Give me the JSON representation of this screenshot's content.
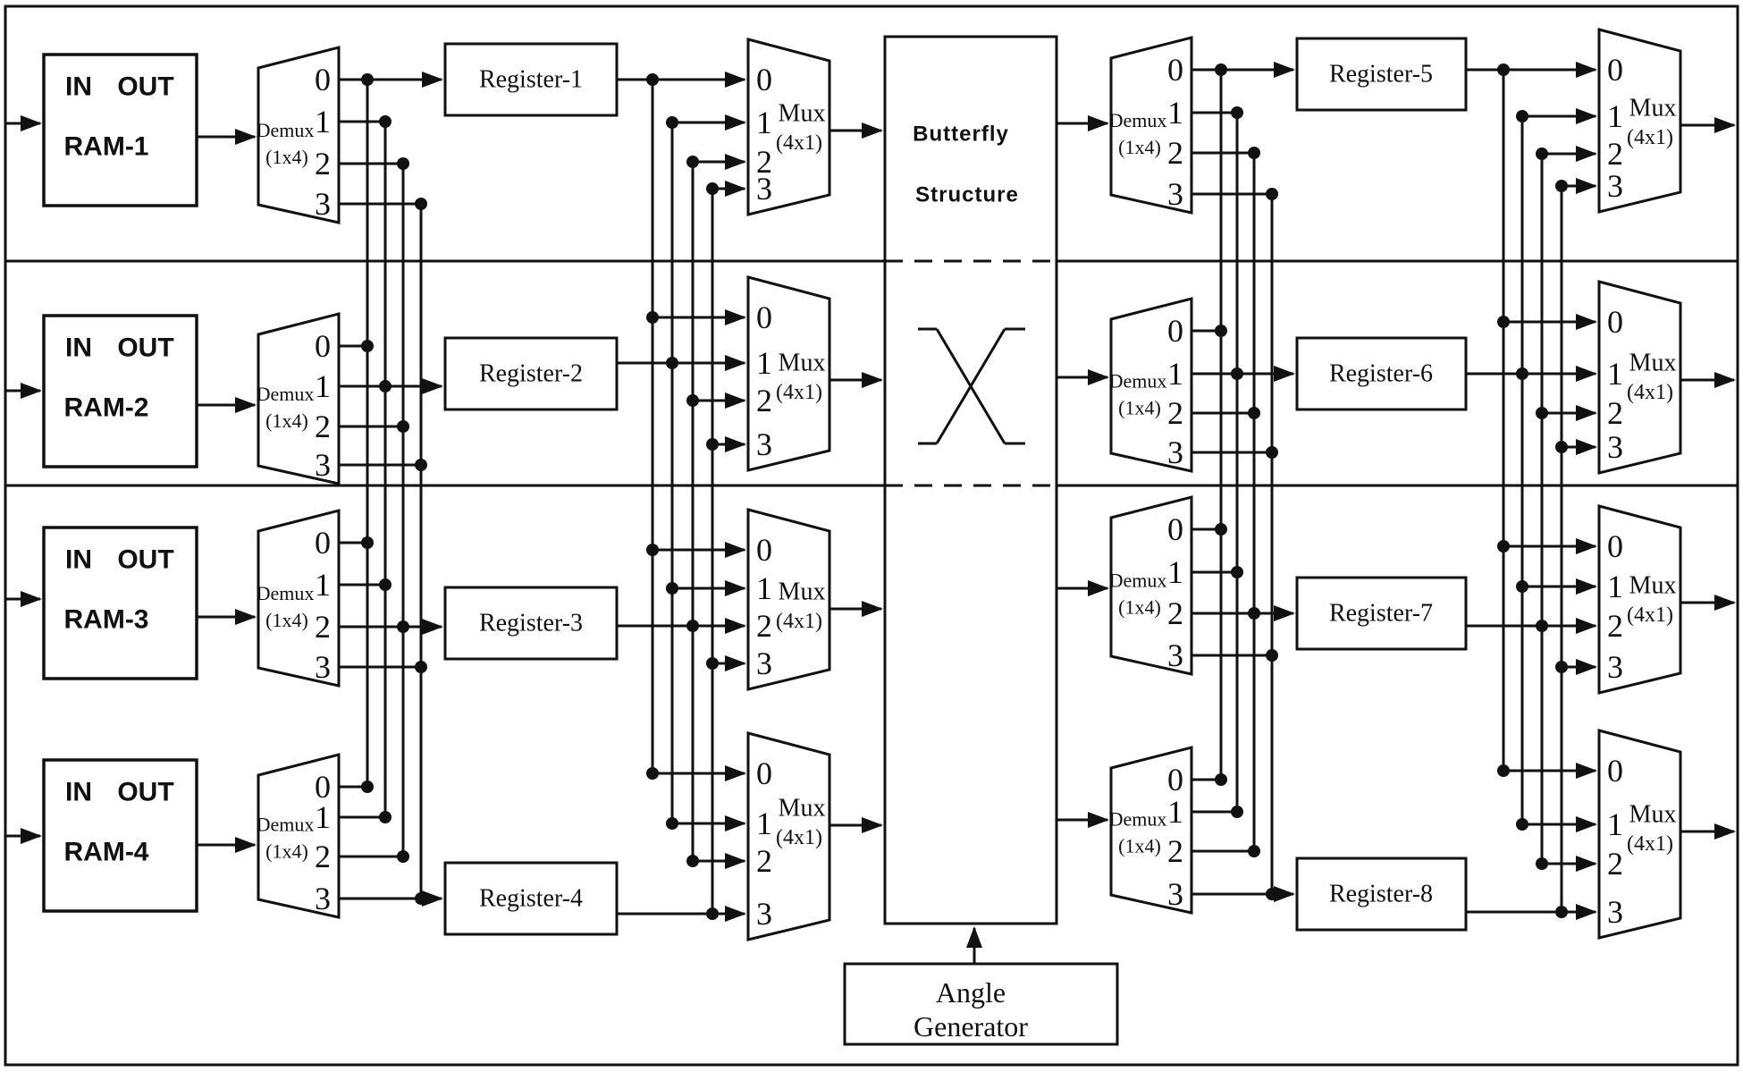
{
  "diagram": {
    "rams": [
      {
        "name": "RAM-1"
      },
      {
        "name": "RAM-2"
      },
      {
        "name": "RAM-3"
      },
      {
        "name": "RAM-4"
      }
    ],
    "ram_port_in": "IN",
    "ram_port_out": "OUT",
    "registers_left": [
      "Register-1",
      "Register-2",
      "Register-3",
      "Register-4"
    ],
    "registers_right": [
      "Register-5",
      "Register-6",
      "Register-7",
      "Register-8"
    ],
    "demux": {
      "label": "Demux",
      "size": "(1x4)"
    },
    "mux": {
      "label": "Mux",
      "size": "(4x1)"
    },
    "ports": [
      "0",
      "1",
      "2",
      "3"
    ],
    "butterfly": {
      "line1": "Butterfly",
      "line2": "Structure"
    },
    "angle_generator": {
      "line1": "Angle",
      "line2": "Generator"
    }
  }
}
